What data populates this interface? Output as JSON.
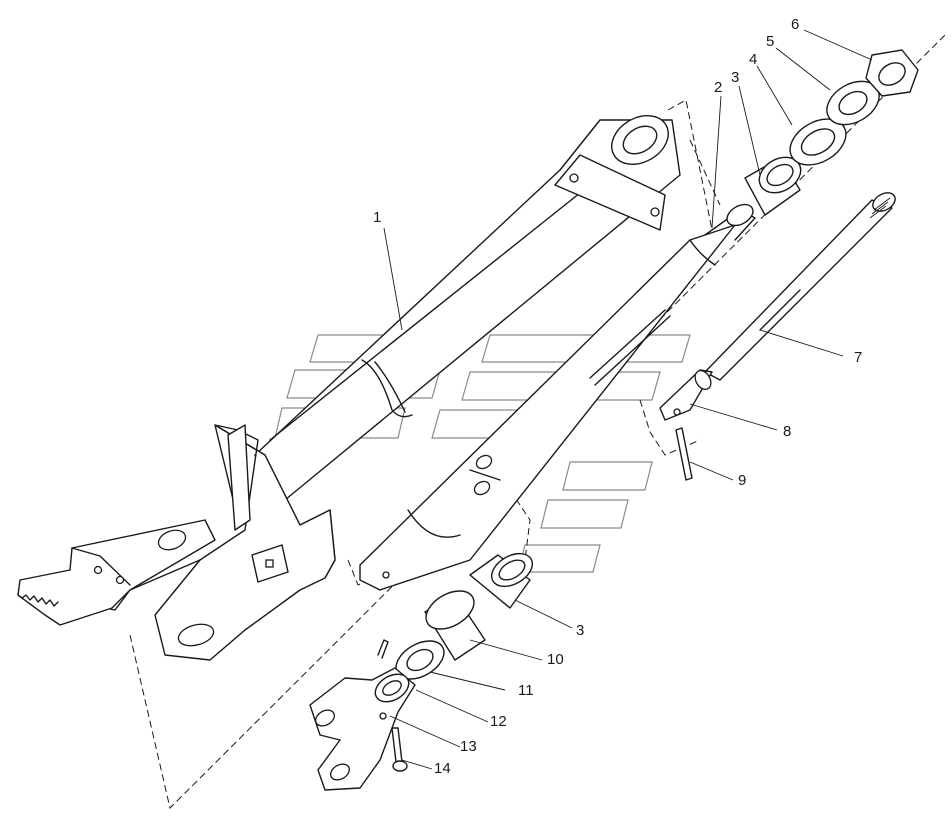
{
  "callouts": [
    {
      "id": "1",
      "text": "1"
    },
    {
      "id": "2",
      "text": "2"
    },
    {
      "id": "3a",
      "text": "3"
    },
    {
      "id": "4",
      "text": "4"
    },
    {
      "id": "5",
      "text": "5"
    },
    {
      "id": "6",
      "text": "6"
    },
    {
      "id": "7",
      "text": "7"
    },
    {
      "id": "8",
      "text": "8"
    },
    {
      "id": "9",
      "text": "9"
    },
    {
      "id": "3b",
      "text": "3"
    },
    {
      "id": "10",
      "text": "10"
    },
    {
      "id": "11",
      "text": "11"
    },
    {
      "id": "12",
      "text": "12"
    },
    {
      "id": "13",
      "text": "13"
    },
    {
      "id": "14",
      "text": "14"
    }
  ],
  "colors": {
    "ink": "#1a1a1a",
    "watermark": "#8a8a8a",
    "background": "#ffffff"
  }
}
